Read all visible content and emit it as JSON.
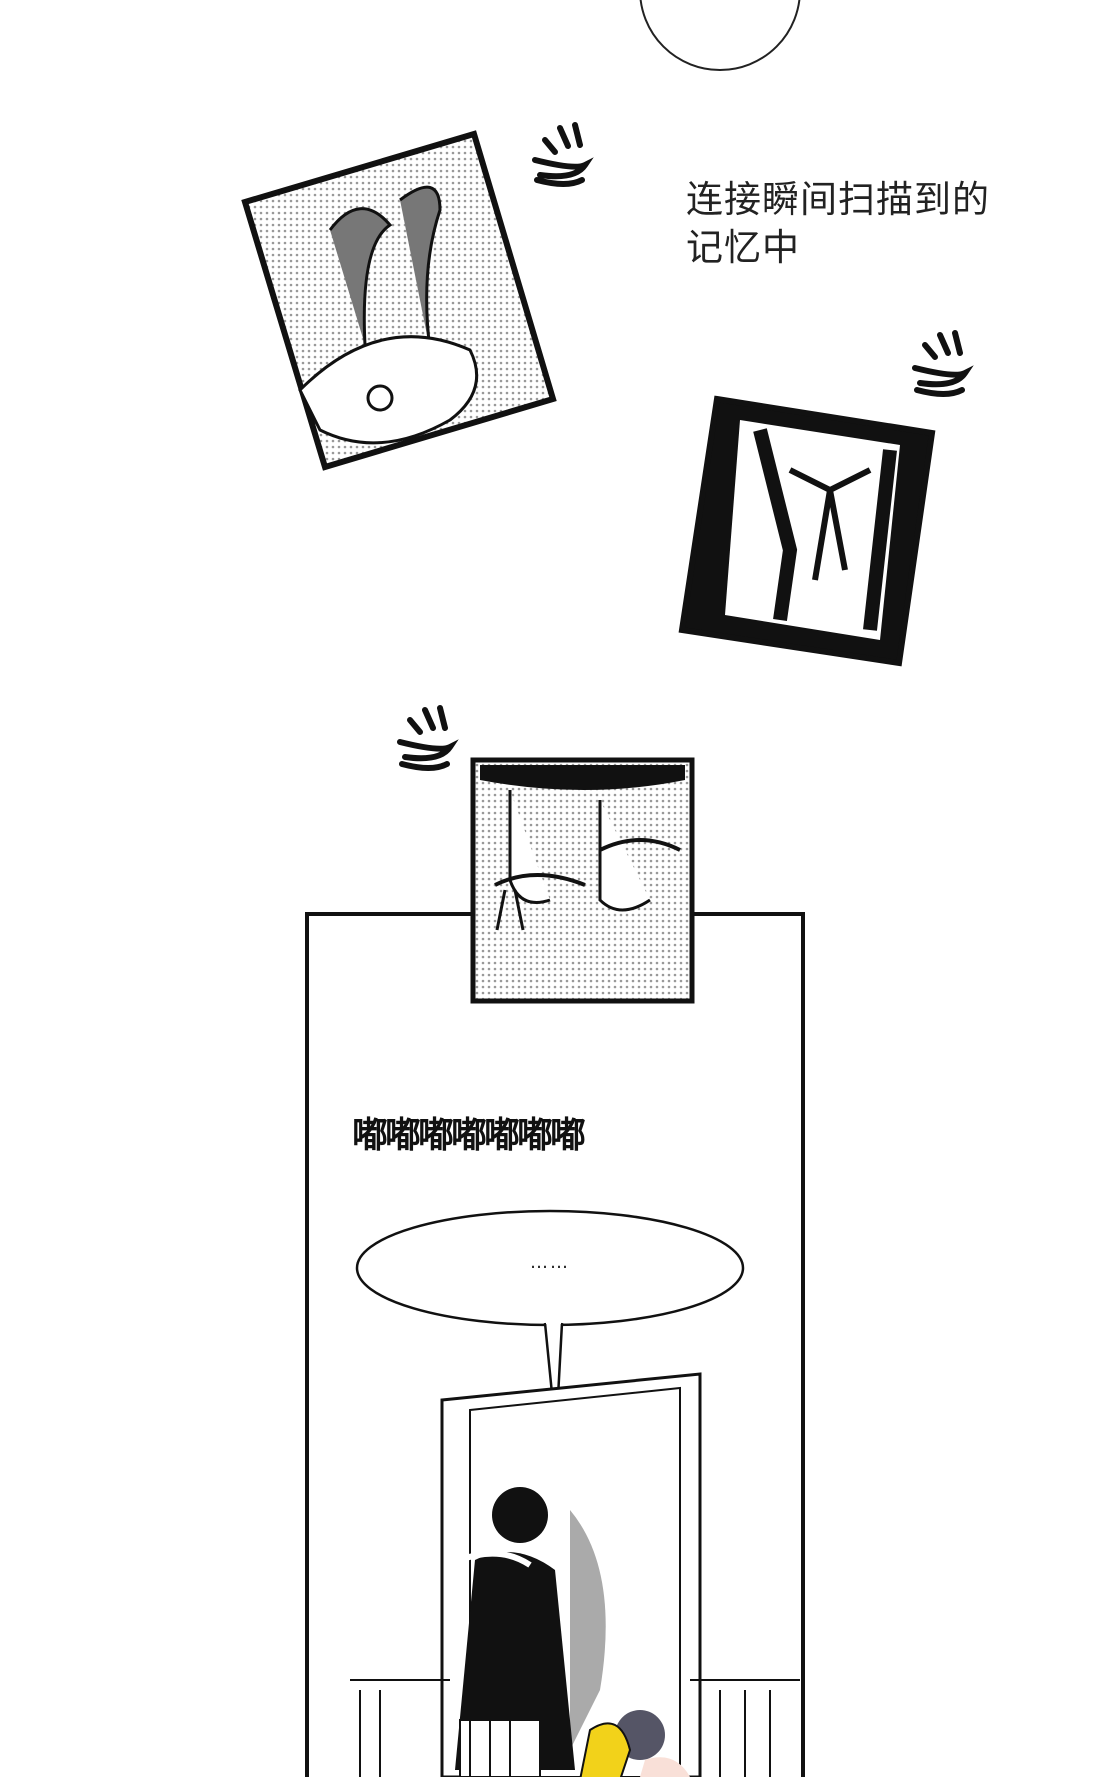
{
  "narration": {
    "line1": "连接瞬间扫描到的",
    "line2": "记忆中"
  },
  "sfx": {
    "text": "嘟嘟嘟嘟嘟嘟嘟"
  },
  "speech_bubble": {
    "text": "……"
  },
  "colors": {
    "ink": "#111111",
    "screentone": "#bdbdbd",
    "accent": "#f2d21a"
  }
}
